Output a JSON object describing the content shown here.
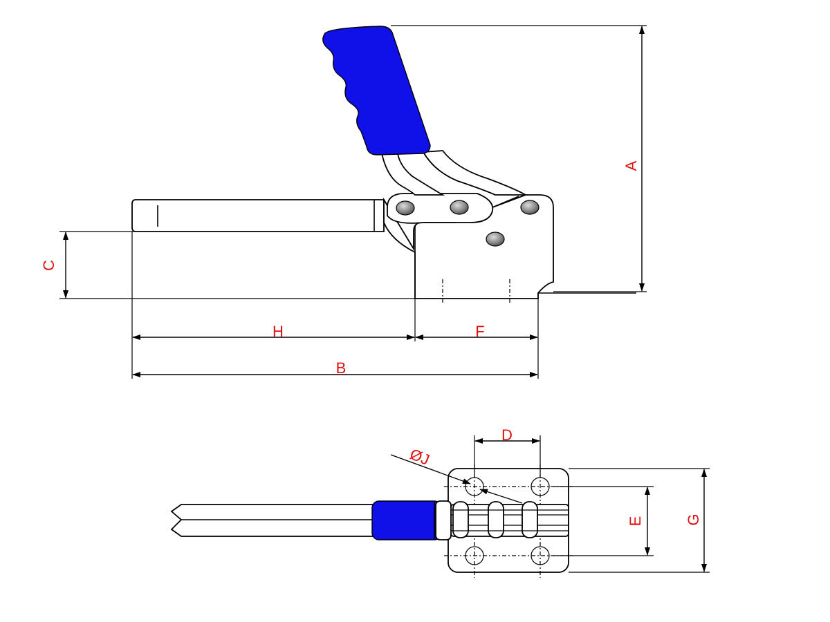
{
  "labels": {
    "A": "A",
    "B": "B",
    "C": "C",
    "D": "D",
    "E": "E",
    "F": "F",
    "G": "G",
    "H": "H",
    "J": "ØJ"
  },
  "colors": {
    "handle_grip": "#1010e8",
    "dimension_text": "#e01010",
    "outline": "#000000"
  }
}
